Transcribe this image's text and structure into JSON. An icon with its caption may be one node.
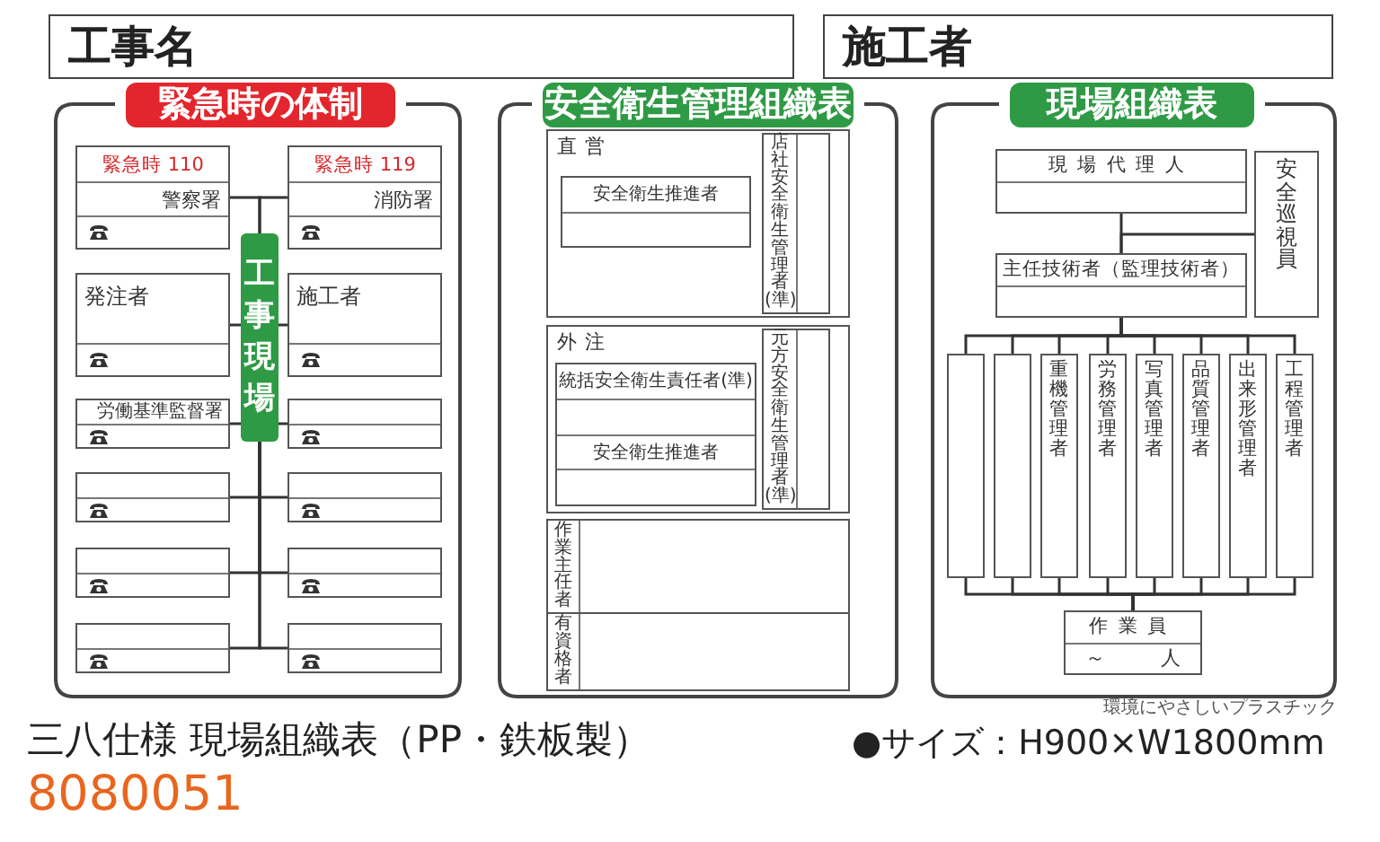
{
  "diagram": {
    "nodes": [
      {
        "text": [
          "工事名"
        ]
      },
      {
        "text": [
          "施工者"
        ]
      },
      {
        "text": [
          "緊急時の体制"
        ]
      },
      {
        "text": [
          "安全衛生管理組織表"
        ]
      },
      {
        "text": [
          "現場組織表"
        ]
      },
      {
        "text": [
          "緊急時 110",
          "警察署"
        ],
        "in": 2
      },
      {
        "text": [
          "緊急時 119",
          "消防署"
        ],
        "in": 2
      },
      {
        "text": [
          "工事現場"
        ],
        "in": 2
      },
      {
        "text": [
          "発注者"
        ],
        "in": 2
      },
      {
        "text": [
          "施工者"
        ],
        "in": 2
      },
      {
        "text": [
          "労働基準監督署"
        ],
        "in": 2
      },
      {
        "text": [],
        "shape": "box",
        "in": 2
      },
      {
        "text": [],
        "shape": "box",
        "in": 2
      },
      {
        "text": [],
        "shape": "box",
        "in": 2
      },
      {
        "text": [],
        "shape": "box",
        "in": 2
      },
      {
        "text": [],
        "shape": "box",
        "in": 2
      },
      {
        "text": [],
        "shape": "box",
        "in": 2
      },
      {
        "text": [],
        "shape": "box",
        "in": 2
      },
      {
        "text": [
          "直営"
        ],
        "in": 3
      },
      {
        "text": [
          "安全衛生推進者"
        ],
        "in": 18
      },
      {
        "text": [
          "店社安全衛生管理者(準)"
        ],
        "in": 18
      },
      {
        "text": [
          "外注"
        ],
        "in": 3
      },
      {
        "text": [
          "統括安全衛生責任者(準)",
          "安全衛生推進者"
        ],
        "in": 21
      },
      {
        "text": [
          "元方安全衛生管理者(準)"
        ],
        "in": 21
      },
      {
        "text": [
          "作業主任者"
        ],
        "in": 3
      },
      {
        "text": [
          "有資格者"
        ],
        "in": 3
      },
      {
        "text": [
          "現場代理人"
        ],
        "in": 4
      },
      {
        "text": [
          "安全巡視員"
        ],
        "in": 4
      },
      {
        "text": [
          "主任技術者（監理技術者）"
        ],
        "in": 4
      },
      {
        "text": [],
        "shape": "box",
        "in": 4
      },
      {
        "text": [],
        "shape": "box",
        "in": 4
      },
      {
        "text": [
          "重機管理者"
        ],
        "in": 4
      },
      {
        "text": [
          "労務管理者"
        ],
        "in": 4
      },
      {
        "text": [
          "写真管理者"
        ],
        "in": 4
      },
      {
        "text": [
          "品質管理者"
        ],
        "in": 4
      },
      {
        "text": [
          "出来形管理者"
        ],
        "in": 4
      },
      {
        "text": [
          "工程管理者"
        ],
        "in": 4
      },
      {
        "text": [
          "作業員",
          "～ 人"
        ],
        "in": 4
      }
    ],
    "edges": [
      {
        "from": 7,
        "to": 5,
        "arrow": "none"
      },
      {
        "from": 7,
        "to": 6,
        "arrow": "none"
      },
      {
        "from": 7,
        "to": 8,
        "arrow": "none"
      },
      {
        "from": 7,
        "to": 9,
        "arrow": "none"
      },
      {
        "from": 7,
        "to": 10,
        "arrow": "none"
      },
      {
        "from": 7,
        "to": 11,
        "arrow": "none"
      },
      {
        "from": 7,
        "to": 12,
        "arrow": "none"
      },
      {
        "from": 7,
        "to": 13,
        "arrow": "none"
      },
      {
        "from": 7,
        "to": 14,
        "arrow": "none"
      },
      {
        "from": 7,
        "to": 15,
        "arrow": "none"
      },
      {
        "from": 7,
        "to": 16,
        "arrow": "none"
      },
      {
        "from": 7,
        "to": 17,
        "arrow": "none"
      },
      {
        "from": 26,
        "to": 28,
        "arrow": "none"
      },
      {
        "from": 27,
        "to": 28,
        "arrow": "none"
      },
      {
        "from": 28,
        "to": 29,
        "arrow": "none"
      },
      {
        "from": 28,
        "to": 30,
        "arrow": "none"
      },
      {
        "from": 28,
        "to": 31,
        "arrow": "none"
      },
      {
        "from": 28,
        "to": 32,
        "arrow": "none"
      },
      {
        "from": 28,
        "to": 33,
        "arrow": "none"
      },
      {
        "from": 28,
        "to": 34,
        "arrow": "none"
      },
      {
        "from": 28,
        "to": 35,
        "arrow": "none"
      },
      {
        "from": 28,
        "to": 36,
        "arrow": "none"
      },
      {
        "from": 29,
        "to": 37,
        "arrow": "none"
      },
      {
        "from": 30,
        "to": 37,
        "arrow": "none"
      },
      {
        "from": 31,
        "to": 37,
        "arrow": "none"
      },
      {
        "from": 32,
        "to": 37,
        "arrow": "none"
      },
      {
        "from": 33,
        "to": 37,
        "arrow": "none"
      },
      {
        "from": 34,
        "to": 37,
        "arrow": "none"
      },
      {
        "from": 35,
        "to": 37,
        "arrow": "none"
      },
      {
        "from": 36,
        "to": 37,
        "arrow": "none"
      }
    ],
    "labels": [
      "環境にやさしいプラスチック",
      "三八仕様 現場組織表（PP・鉄板製）",
      "●サイズ：H900×W1800mm",
      "8080051"
    ]
  }
}
